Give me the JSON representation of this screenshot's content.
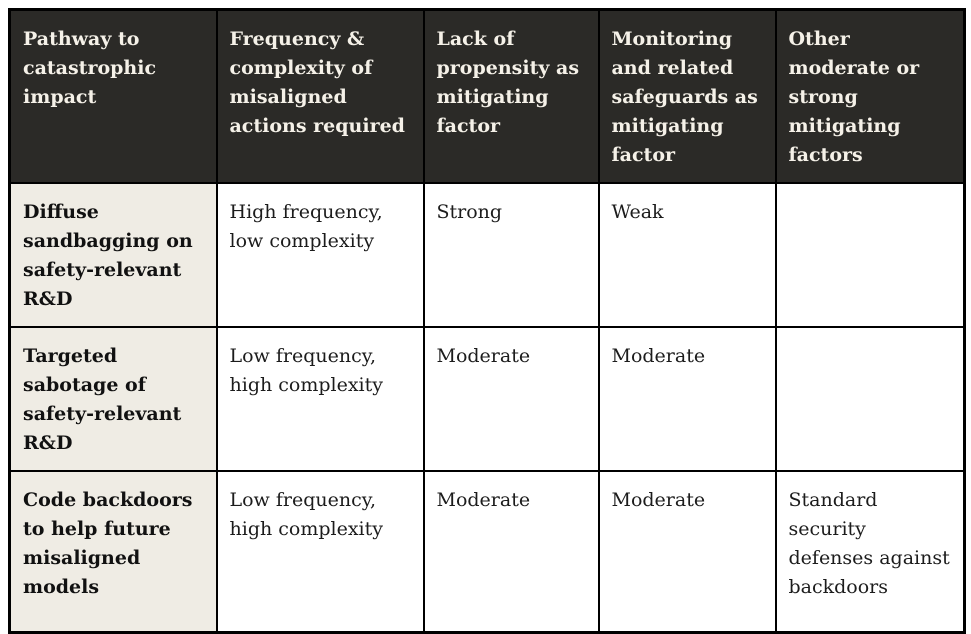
{
  "table": {
    "header": [
      "Pathway to catastrophic impact",
      "Frequency & complexity of misaligned actions required",
      "Lack of propensity as mitigating factor",
      "Monitoring and related safeguards as mitigating factor",
      "Other moderate or strong mitigating factors"
    ],
    "rows": [
      {
        "label": "Diffuse sandbagging on safety-relevant R&D",
        "cells": [
          "High frequency, low complexity",
          "Strong",
          "Weak",
          ""
        ]
      },
      {
        "label": "Targeted sabotage of safety-relevant R&D",
        "cells": [
          "Low frequency, high complexity",
          "Moderate",
          "Moderate",
          ""
        ]
      },
      {
        "label": "Code backdoors to help future misaligned models",
        "cells": [
          "Low frequency, high complexity",
          "Moderate",
          "Moderate",
          "Standard security defenses against backdoors"
        ]
      }
    ]
  },
  "colors": {
    "header_background": "#2b2a27",
    "header_text": "#f5f1e8",
    "row_label_background": "#efece4",
    "body_background": "#ffffff",
    "body_text": "#1c1c1c",
    "border": "#000000"
  }
}
